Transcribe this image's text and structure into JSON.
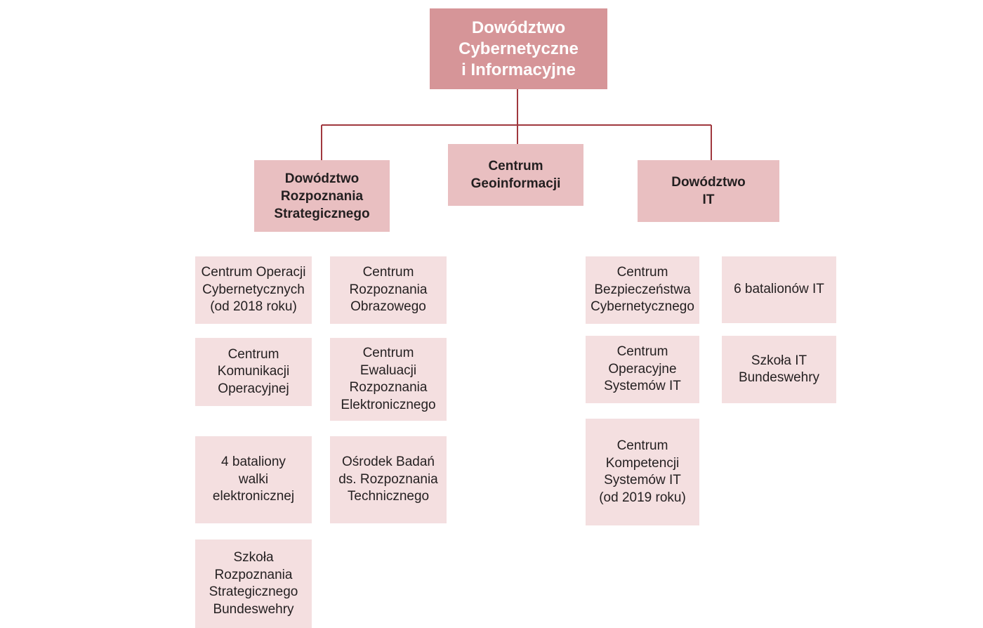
{
  "root": {
    "label": "Dowództwo\nCybernetyczne\ni Informacyjne"
  },
  "level1": {
    "strategic": "Dowództwo\nRozpoznania\nStrategicznego",
    "geo": "Centrum\nGeoinformacji",
    "it": "Dowództwo\nIT"
  },
  "strategic_units": {
    "col1": [
      "Centrum Operacji\nCybernetycznych\n(od 2018 roku)",
      "Centrum\nKomunikacji\nOperacyjnej",
      "4 bataliony\nwalki\nelektronicznej",
      "Szkoła\nRozpoznania\nStrategicznego\nBundeswehry"
    ],
    "col2": [
      "Centrum\nRozpoznania\nObrazowego",
      "Centrum\nEwaluacji\nRozpoznania\nElektronicznego",
      "Ośrodek Badań\nds. Rozpoznania\nTechnicznego"
    ]
  },
  "it_units": {
    "col1": [
      "Centrum\nBezpieczeństwa\nCybernetycznego",
      "Centrum\nOperacyjne\nSystemów IT",
      "Centrum\nKompetencji\nSystemów IT\n(od 2019 roku)"
    ],
    "col2": [
      "6 batalionów IT",
      "Szkoła IT\nBundeswehry"
    ]
  },
  "colors": {
    "root_fill": "#d69598",
    "level1_fill": "#e9bfc1",
    "level2_fill": "#f4dfe0",
    "connector": "#a0383e",
    "root_text": "#ffffff",
    "text": "#231f20"
  }
}
